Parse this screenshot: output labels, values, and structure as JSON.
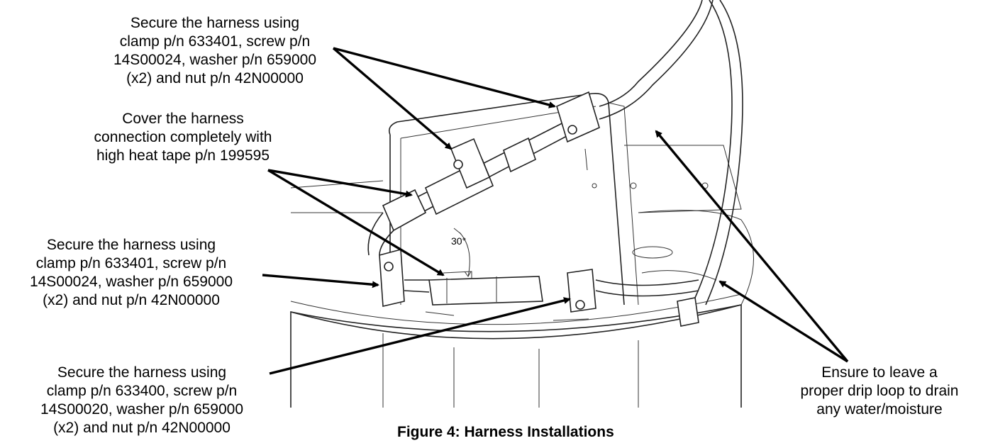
{
  "callouts": [
    [
      "Secure the harness using",
      "clamp p/n 633401, screw p/n",
      "14S00024, washer p/n 659000",
      "(x2) and nut p/n 42N00000"
    ],
    [
      "Cover the harness",
      "connection completely with",
      "high heat tape p/n 199595"
    ],
    [
      "Secure the harness using",
      "clamp p/n 633401, screw p/n",
      "14S00024, washer p/n 659000",
      "(x2) and nut p/n 42N00000"
    ],
    [
      "Secure the harness using",
      "clamp p/n 633400, screw p/n",
      "14S00020, washer p/n 659000",
      "(x2) and nut p/n 42N00000"
    ],
    [
      "Ensure to leave a",
      "proper drip loop to drain",
      "any water/moisture"
    ]
  ],
  "angle_label": "30°",
  "caption": "Figure 4: Harness Installations"
}
